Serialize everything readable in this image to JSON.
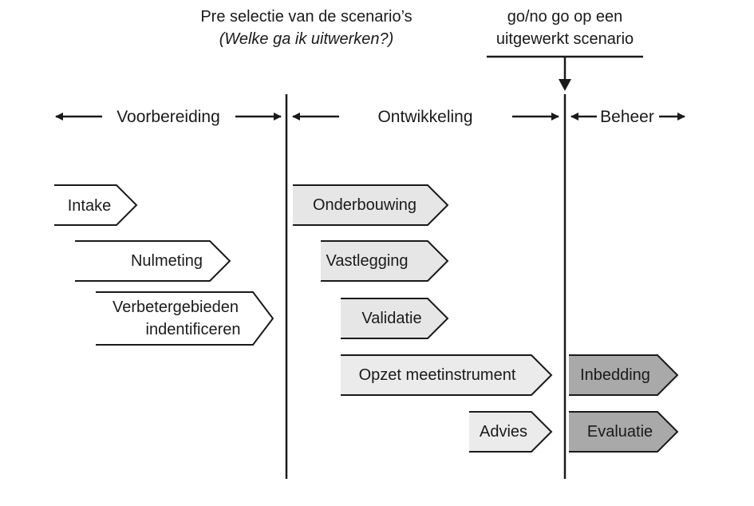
{
  "headers": {
    "preselection": {
      "line1": "Pre selectie van de scenario’s",
      "line2": "(Welke ga ik uitwerken?)"
    },
    "gonogo": {
      "line1": "go/no go op een",
      "line2": "uitgewerkt scenario"
    }
  },
  "phases": {
    "preparation": "Voorbereiding",
    "development": "Ontwikkeling",
    "management": "Beheer"
  },
  "steps": {
    "intake": {
      "label": "Intake",
      "fill": "#ffffff"
    },
    "nulmeting": {
      "label": "Nulmeting",
      "fill": "#ffffff"
    },
    "verbetergebieden": {
      "line1": "Verbetergebieden",
      "line2": "indentificeren",
      "fill": "#ffffff"
    },
    "onderbouwing": {
      "label": "Onderbouwing",
      "fill": "#e6e6e6"
    },
    "vastlegging": {
      "label": "Vastlegging",
      "fill": "#e6e6e6"
    },
    "validatie": {
      "label": "Validatie",
      "fill": "#e6e6e6"
    },
    "opzet": {
      "label": "Opzet meetinstrument",
      "fill": "#ebebeb"
    },
    "advies": {
      "label": "Advies",
      "fill": "#ebebeb"
    },
    "inbedding": {
      "label": "Inbedding",
      "fill": "#a9a9a9"
    },
    "evaluatie": {
      "label": "Evaluatie",
      "fill": "#a9a9a9"
    }
  },
  "colors": {
    "line": "#1a1a1a",
    "text": "#1a1a1a"
  }
}
